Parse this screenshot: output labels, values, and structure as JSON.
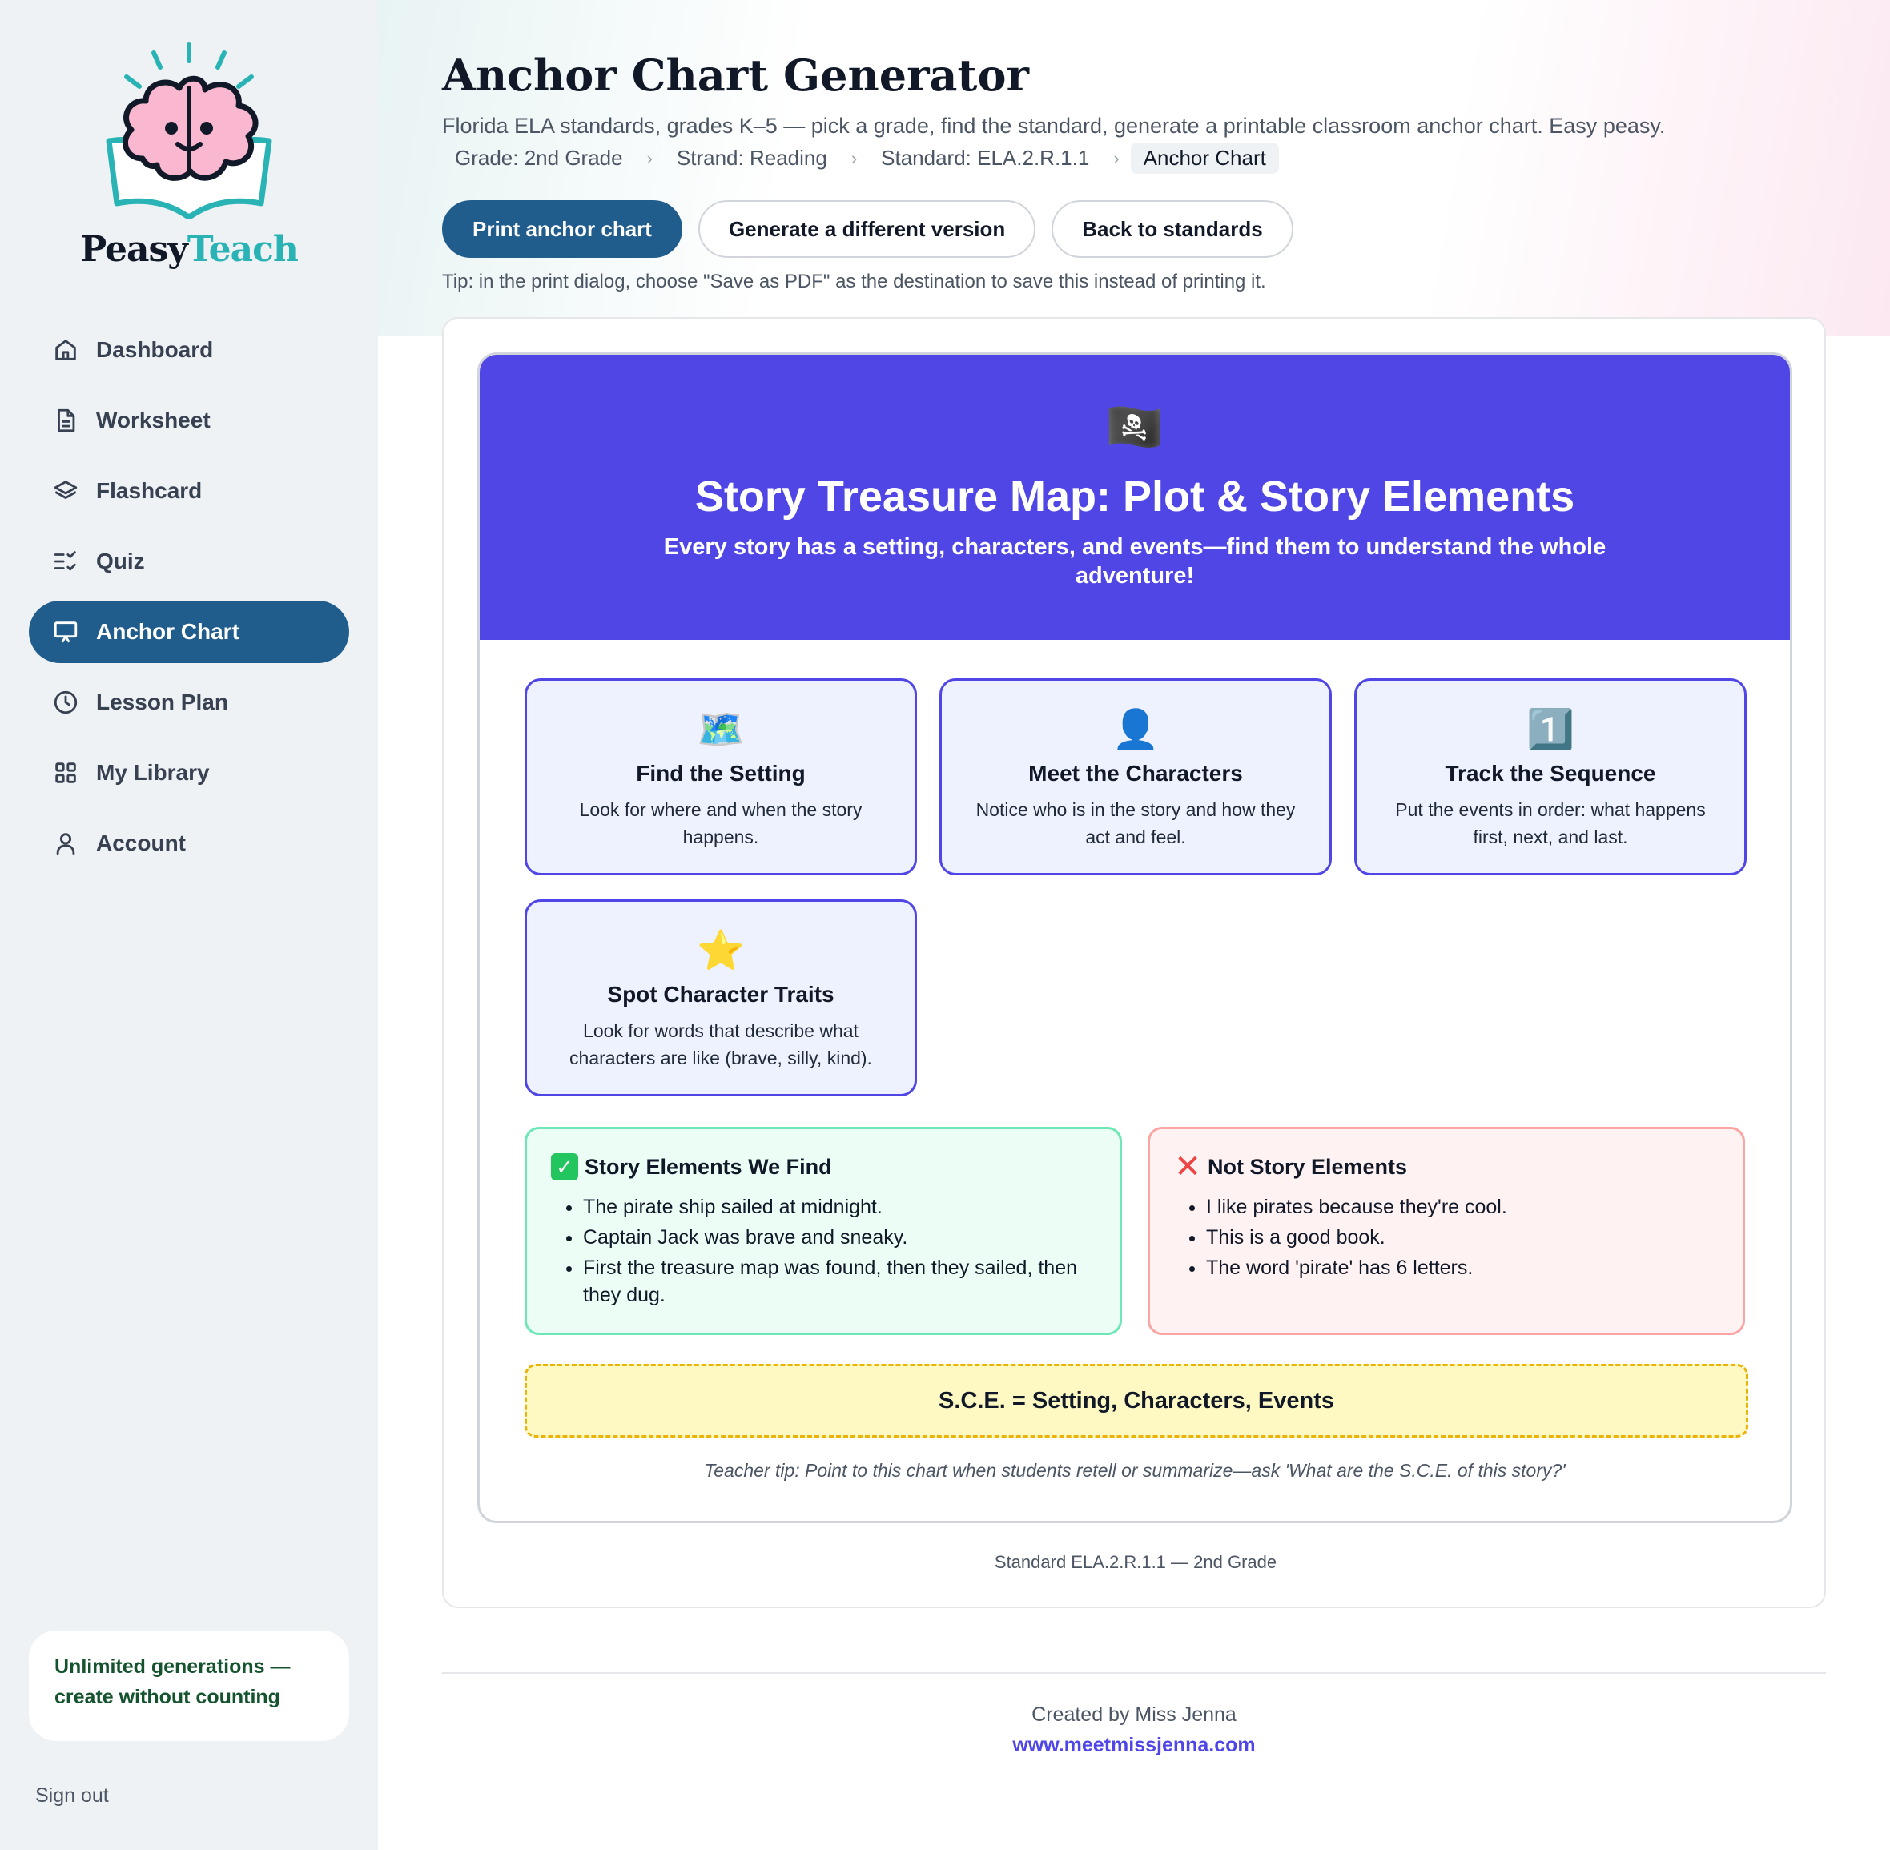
{
  "brand": {
    "name_part1": "Peasy",
    "name_part2": "Teach"
  },
  "sidebar": {
    "items": [
      {
        "label": "Dashboard",
        "icon": "home-icon"
      },
      {
        "label": "Worksheet",
        "icon": "document-icon"
      },
      {
        "label": "Flashcard",
        "icon": "layers-icon"
      },
      {
        "label": "Quiz",
        "icon": "checklist-icon"
      },
      {
        "label": "Anchor Chart",
        "icon": "presentation-icon",
        "active": true
      },
      {
        "label": "Lesson Plan",
        "icon": "clock-icon"
      },
      {
        "label": "My Library",
        "icon": "grid-icon"
      },
      {
        "label": "Account",
        "icon": "user-icon"
      }
    ],
    "promo": "Unlimited generations — create without counting",
    "sign_out": "Sign out"
  },
  "header": {
    "title": "Anchor Chart Generator",
    "subtitle": "Florida ELA standards, grades K–5 — pick a grade, find the standard, generate a printable classroom anchor chart. Easy peasy.",
    "breadcrumbs": [
      "Grade: 2nd Grade",
      "Strand: Reading",
      "Standard: ELA.2.R.1.1",
      "Anchor Chart"
    ]
  },
  "actions": {
    "print": "Print anchor chart",
    "regenerate": "Generate a different version",
    "back": "Back to standards",
    "tip": "Tip: in the print dialog, choose \"Save as PDF\" as the destination to save this instead of printing it."
  },
  "chart": {
    "flag_emoji": "🏴‍☠️",
    "title": "Story Treasure Map: Plot & Story Elements",
    "subtitle": "Every story has a setting, characters, and events—find them to understand the whole adventure!",
    "cards": [
      {
        "emoji": "🗺️",
        "title": "Find the Setting",
        "body": "Look for where and when the story happens."
      },
      {
        "emoji": "👤",
        "title": "Meet the Characters",
        "body": "Notice who is in the story and how they act and feel."
      },
      {
        "emoji": "1️⃣",
        "title": "Track the Sequence",
        "body": "Put the events in order: what happens first, next, and last."
      },
      {
        "emoji": "⭐",
        "title": "Spot Character Traits",
        "body": "Look for words that describe what characters are like (brave, silly, kind)."
      }
    ],
    "examples": {
      "title": "Story Elements We Find",
      "items": [
        "The pirate ship sailed at midnight.",
        "Captain Jack was brave and sneaky.",
        "First the treasure map was found, then they sailed, then they dug."
      ]
    },
    "non_examples": {
      "title": "Not Story Elements",
      "items": [
        "I like pirates because they're cool.",
        "This is a good book.",
        "The word 'pirate' has 6 letters."
      ]
    },
    "mnemonic": "S.C.E. = Setting, Characters, Events",
    "teacher_tip": "Teacher tip: Point to this chart when students retell or summarize—ask 'What are the S.C.E. of this story?'",
    "standard_note": "Standard ELA.2.R.1.1 — 2nd Grade"
  },
  "footer": {
    "created_by": "Created by Miss Jenna",
    "link": "www.meetmissjenna.com"
  },
  "colors": {
    "primary": "#215d8c",
    "accent": "#4f46e5",
    "teal": "#2ab3b5"
  }
}
